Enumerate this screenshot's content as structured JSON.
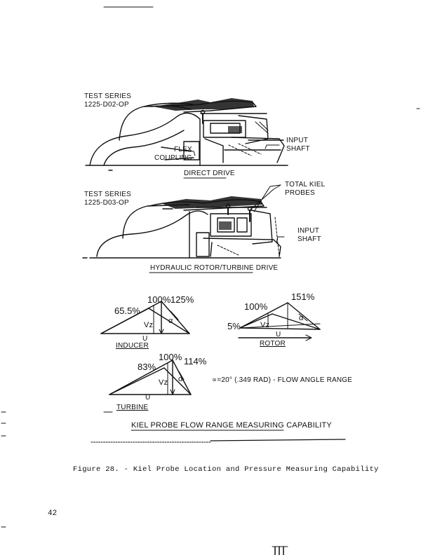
{
  "direct_drive": {
    "series_line1": "TEST SERIES",
    "series_line2": "1225-D02-OP",
    "flex_coupling_line1": "FLEX",
    "flex_coupling_line2": "COUPLING",
    "input_shaft_line1": "INPUT",
    "input_shaft_line2": "SHAFT",
    "caption": "DIRECT DRIVE"
  },
  "hydraulic_drive": {
    "series_line1": "TEST SERIES",
    "series_line2": "1225-D03-OP",
    "kiel_line1": "TOTAL KIEL",
    "kiel_line2": "PROBES",
    "input_shaft_line1": "INPUT",
    "input_shaft_line2": "SHAFT",
    "caption": "HYDRAULIC ROTOR/TURBINE DRIVE"
  },
  "inducer": {
    "label": "INDUCER",
    "v100": "100%",
    "v125": "125%",
    "v65": "65.5%",
    "vz": "Vz",
    "u": "U",
    "alpha": "α"
  },
  "rotor": {
    "label": "ROTOR",
    "v100": "100%",
    "v151": "151%",
    "v5": "5%",
    "vz": "Vz",
    "u": "U",
    "alpha": "α"
  },
  "turbine": {
    "label": "TURBINE",
    "v100": "100%",
    "v114": "114%",
    "v83": "83%",
    "vz": "Vz",
    "u": "U",
    "alpha": "α"
  },
  "flow_angle_note": "∝=20° (.349 RAD) - FLOW ANGLE RANGE",
  "capability_caption": "KIEL PROBE FLOW RANGE MEASURING CAPABILITY",
  "figure_caption": "Figure 28. - Kiel Probe Location and Pressure Measuring Capability",
  "page_number": "42"
}
